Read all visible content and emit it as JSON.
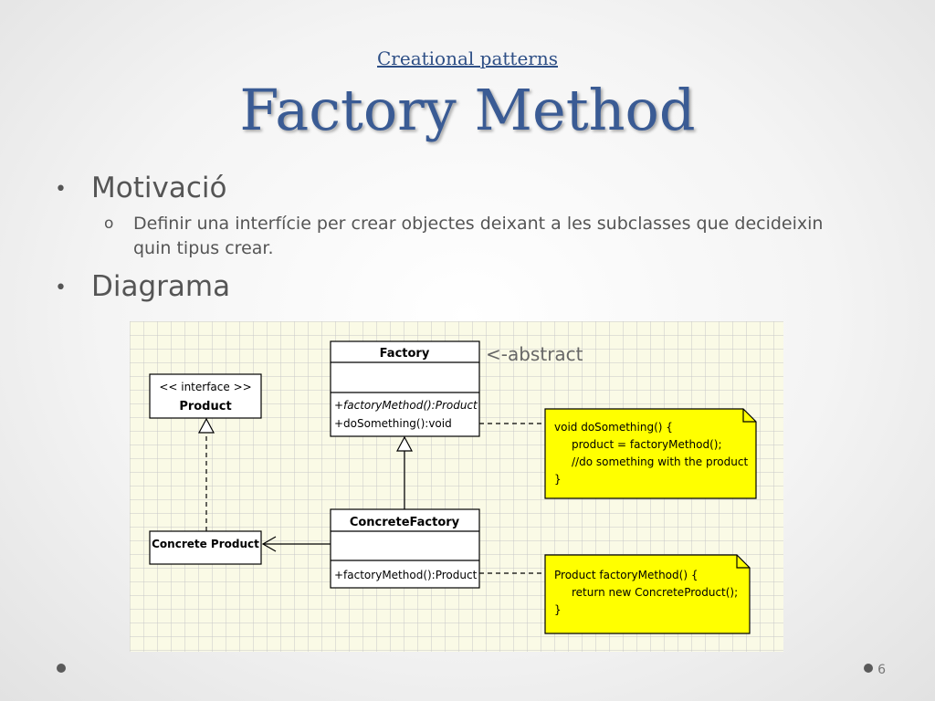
{
  "header": {
    "subtitle": "Creational patterns",
    "title": "Factory Method"
  },
  "bullets": [
    {
      "label": "Motivació"
    },
    {
      "label": "Diagrama"
    }
  ],
  "sub_bullet": {
    "marker": "o",
    "text": "Definir una interfície per crear objectes deixant a les subclasses que decideixin quin tipus crear."
  },
  "bullet_marker": "•",
  "diagram": {
    "factory": {
      "name": "Factory",
      "method1": "+factoryMethod():Product",
      "method2": "+doSomething():void"
    },
    "product": {
      "stereotype": "<< interface >>",
      "name": "Product"
    },
    "concrete_factory": {
      "name": "ConcreteFactory",
      "method1": "+factoryMethod():Product"
    },
    "concrete_product": {
      "name": "Concrete Product"
    },
    "abstract_note": "<-abstract",
    "note1": {
      "line1": "void doSomething() {",
      "line2": "product = factoryMethod();",
      "line3": "//do something with the product",
      "line4": "}"
    },
    "note2": {
      "line1": "Product factoryMethod() {",
      "line2": "return new ConcreteProduct();",
      "line3": "}"
    },
    "colors": {
      "grid_bg": "#fafae6",
      "grid_line": "#c8c8c8",
      "note_fill": "#ffff00"
    }
  },
  "page_number": "6"
}
